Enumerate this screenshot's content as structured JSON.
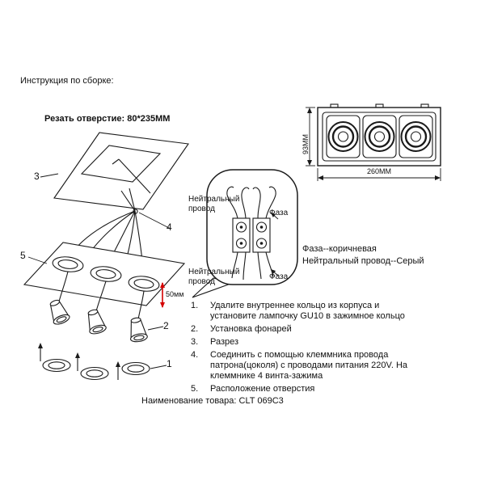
{
  "page": {
    "title": "Инструкция по сборке:",
    "cut_hole_label": "Резать отверстие:  80*235MM",
    "product_name": "Наименование товара: CLT 069C3"
  },
  "dimensions": {
    "width": "260MM",
    "height": "93MM",
    "depth": "50мм"
  },
  "wiring": {
    "neutral_label_top": "Нейтральный провод",
    "phase_label_top": "Фаза",
    "neutral_label_bottom": "Нейтральный провод",
    "phase_label_bottom": "Фаза",
    "phase_note": "Фаза--коричневая",
    "neutral_note": "Нейтральный провод--Серый"
  },
  "part_labels": {
    "p1": "1",
    "p2": "2",
    "p3": "3",
    "p4": "4",
    "p5": "5"
  },
  "steps": [
    {
      "num": "1.",
      "text": "Удалите внутреннее кольцо из корпуса и установите лампочку GU10 в зажимное кольцо"
    },
    {
      "num": "2.",
      "text": "Установка фонарей"
    },
    {
      "num": "3.",
      "text": "Разрез"
    },
    {
      "num": "4.",
      "text": "Соединить с помощью клеммника провода патрона(цоколя) с проводами питания 220V. На клеммнике 4 винта-зажима"
    },
    {
      "num": "5.",
      "text": "Расположение отверстия"
    }
  ]
}
